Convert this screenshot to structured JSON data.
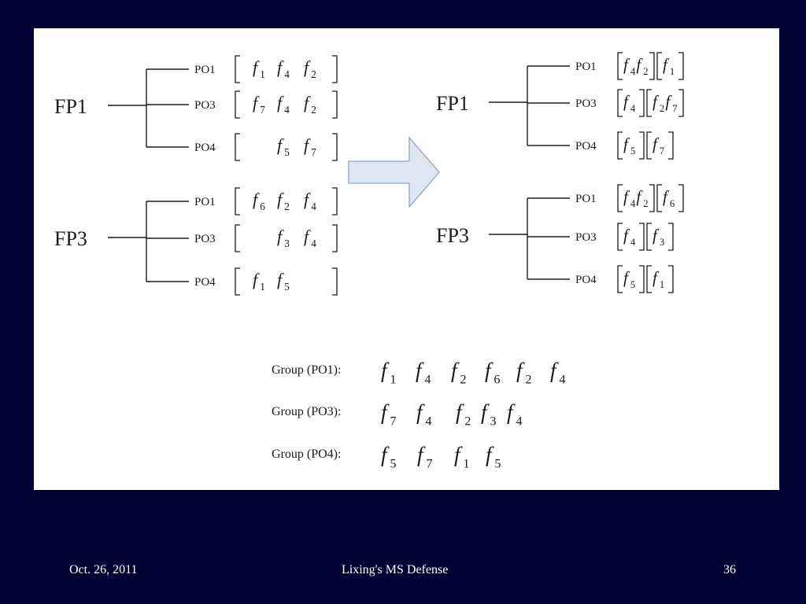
{
  "slide": {
    "footer": {
      "date": "Oct. 26, 2011",
      "title": "Lixing's MS Defense",
      "page": "36"
    }
  },
  "colors": {
    "background": "#000033",
    "figure_bg": "#ffffff",
    "ink": "#1a1a1a",
    "arrow_fill": "#dde6f2",
    "arrow_stroke": "#8fa4c2",
    "footer_text": "#ffffff"
  },
  "diagram": {
    "before": {
      "arrow_icon": "right-arrow-icon",
      "trees": [
        {
          "root": "FP1",
          "branches": [
            {
              "label": "PO1",
              "box": [
                "1",
                "4",
                "2"
              ]
            },
            {
              "label": "PO3",
              "box": [
                "7",
                "4",
                "2"
              ]
            },
            {
              "label": "PO4",
              "box": [
                "5",
                "7"
              ]
            }
          ]
        },
        {
          "root": "FP3",
          "branches": [
            {
              "label": "PO1",
              "box": [
                "6",
                "2",
                "4"
              ]
            },
            {
              "label": "PO3",
              "box": [
                "3",
                "4"
              ]
            },
            {
              "label": "PO4",
              "box": [
                "1",
                "5"
              ]
            }
          ]
        }
      ]
    },
    "after": {
      "trees": [
        {
          "root": "FP1",
          "branches": [
            {
              "label": "PO1",
              "boxes": [
                [
                  "4",
                  "2"
                ],
                [
                  "1"
                ]
              ]
            },
            {
              "label": "PO3",
              "boxes": [
                [
                  "4"
                ],
                [
                  "2",
                  "7"
                ]
              ]
            },
            {
              "label": "PO4",
              "boxes": [
                [
                  "5"
                ],
                [
                  "7"
                ]
              ]
            }
          ]
        },
        {
          "root": "FP3",
          "branches": [
            {
              "label": "PO1",
              "boxes": [
                [
                  "4",
                  "2"
                ],
                [
                  "6"
                ]
              ]
            },
            {
              "label": "PO3",
              "boxes": [
                [
                  "4"
                ],
                [
                  "3"
                ]
              ]
            },
            {
              "label": "PO4",
              "boxes": [
                [
                  "5"
                ],
                [
                  "1"
                ]
              ]
            }
          ]
        }
      ]
    },
    "groups": [
      {
        "label": "Group (PO1):",
        "items": [
          "1",
          "4",
          "2",
          "6",
          "2",
          "4"
        ]
      },
      {
        "label": "Group (PO3):",
        "items": [
          "7",
          "4",
          "2",
          "3",
          "4"
        ]
      },
      {
        "label": "Group (PO4):",
        "items": [
          "5",
          "7",
          "1",
          "5"
        ]
      }
    ]
  }
}
